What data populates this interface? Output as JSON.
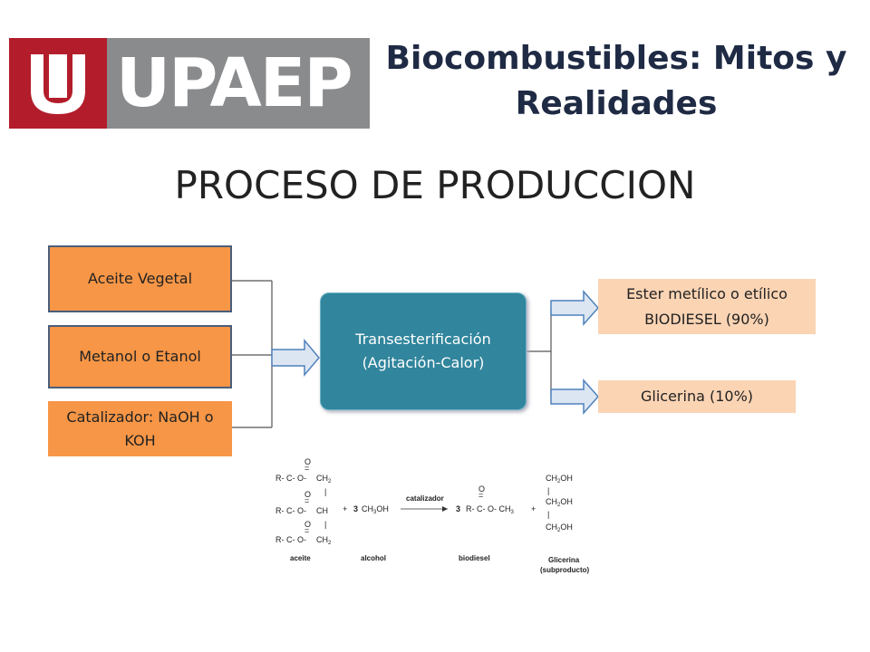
{
  "header": {
    "logo_text": "UPAEP",
    "title": "Biocombustibles: Mitos y Realidades"
  },
  "slide": {
    "subtitle": "PROCESO DE PRODUCCION"
  },
  "inputs": [
    {
      "label": "Aceite Vegetal"
    },
    {
      "label": "Metanol o Etanol"
    },
    {
      "label": "Catalizador: NaOH o KOH"
    }
  ],
  "process": {
    "line1": "Transesterificación",
    "line2": "(Agitación-Calor)"
  },
  "outputs": [
    {
      "line1": "Ester metílico o etílico",
      "line2": "BIODIESEL (90%)"
    },
    {
      "line1": "Glicerina (10%)"
    }
  ],
  "reaction": {
    "o": "O",
    "dbl": "=",
    "r_co": "R- C- O-",
    "ch2": "CH",
    "ch": "CH",
    "sub2": "2",
    "sub3": "3",
    "plus": "+",
    "three": "3",
    "ch3oh_a": "CH",
    "ch3oh_b": "OH",
    "catalizador": "catalizador",
    "r_co_ch3": "R- C- O- CH",
    "ch2oh": "CH",
    "oh": "OH",
    "bar": "|",
    "aceite": "aceite",
    "alcohol": "alcohol",
    "biodiesel": "biodiesel",
    "glicerina": "Glicerina",
    "subproducto": "(subproducto)"
  },
  "colors": {
    "logo_red": "#b31d2b",
    "logo_gray": "#8a8b8d",
    "input_fill": "#f79646",
    "output_fill": "#fbd4b4",
    "process_fill": "#31859c",
    "arrow_fill": "#dce6f2",
    "arrow_stroke": "#4f81bd"
  }
}
